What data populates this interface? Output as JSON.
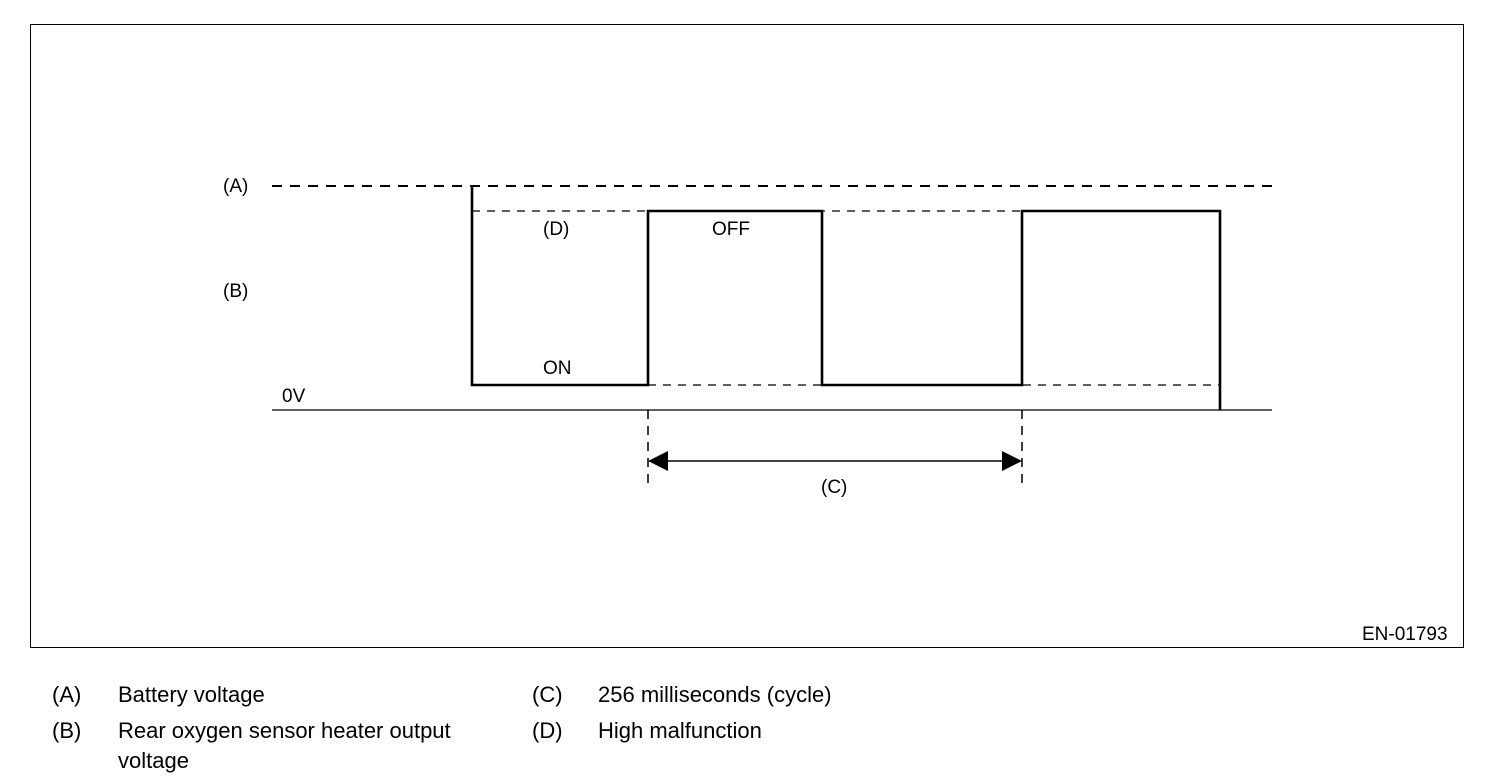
{
  "diagram": {
    "labels": {
      "a": "(A)",
      "b": "(B)",
      "d": "(D)",
      "zero_volt": "0V",
      "on": "ON",
      "off": "OFF",
      "c": "(C)"
    },
    "figure_code": "EN-01793"
  },
  "legend": [
    {
      "key": "(A)",
      "text": "Battery voltage"
    },
    {
      "key": "(B)",
      "text": "Rear oxygen sensor heater output voltage"
    },
    {
      "key": "(C)",
      "text": "256 milliseconds (cycle)"
    },
    {
      "key": "(D)",
      "text": "High malfunction"
    }
  ]
}
